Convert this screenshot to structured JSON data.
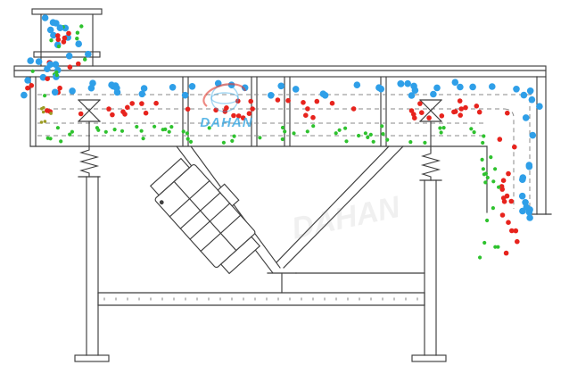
{
  "title": "linear-vibrating-screen-diagram",
  "watermark": {
    "brand": "DAHAN",
    "faint": "DAHAN"
  },
  "colors": {
    "line": "#3f3f3f",
    "dash": "#8a8a8a",
    "blue": "#2f9fe8",
    "red": "#e7231d",
    "green": "#2ec22e",
    "olive": "#9b9b23",
    "brandBlue": "#36a7e2",
    "brandRed": "#e23a2e"
  },
  "particles": {
    "seed": 7,
    "regions": [
      {
        "name": "feed-blue",
        "color": "#2f9fe8",
        "r": 3.8,
        "count": 12,
        "x": [
          50,
          100
        ],
        "y": [
          16,
          80
        ]
      },
      {
        "name": "feed-red",
        "color": "#e7231d",
        "r": 2.8,
        "count": 9,
        "x": [
          52,
          100
        ],
        "y": [
          20,
          82
        ]
      },
      {
        "name": "feed-green",
        "color": "#2ec22e",
        "r": 2.2,
        "count": 8,
        "x": [
          56,
          98
        ],
        "y": [
          24,
          84
        ]
      },
      {
        "name": "spill-blue",
        "color": "#2f9fe8",
        "r": 3.8,
        "count": 10,
        "x": [
          26,
          72
        ],
        "y": [
          30,
          112
        ]
      },
      {
        "name": "spill-red",
        "color": "#e7231d",
        "r": 2.8,
        "count": 5,
        "x": [
          30,
          70
        ],
        "y": [
          40,
          110
        ]
      },
      {
        "name": "spill-green",
        "color": "#2ec22e",
        "r": 2.1,
        "count": 4,
        "x": [
          34,
          68
        ],
        "y": [
          60,
          112
        ]
      },
      {
        "name": "deck-top-blue",
        "color": "#2f9fe8",
        "r": 3.8,
        "count": 40,
        "x": [
          44,
          598
        ],
        "y": [
          92,
          108
        ]
      },
      {
        "name": "deck-mid-red",
        "color": "#e7231d",
        "r": 2.8,
        "count": 48,
        "x": [
          44,
          584
        ],
        "y": [
          112,
          134
        ]
      },
      {
        "name": "deck-low-green",
        "color": "#2ec22e",
        "r": 2.1,
        "count": 55,
        "x": [
          42,
          544
        ],
        "y": [
          141,
          160
        ]
      },
      {
        "name": "left-olive",
        "color": "#9b9b23",
        "r": 1.8,
        "count": 6,
        "x": [
          40,
          58
        ],
        "y": [
          118,
          142
        ]
      },
      {
        "name": "out-blue",
        "color": "#2f9fe8",
        "r": 3.8,
        "count": 15,
        "x": [
          585,
          606
        ],
        "y": [
          105,
          248
        ]
      },
      {
        "name": "out-red",
        "color": "#e7231d",
        "r": 2.8,
        "count": 16,
        "x": [
          560,
          582
        ],
        "y": [
          150,
          292
        ]
      },
      {
        "name": "out-green",
        "color": "#2ec22e",
        "r": 2.1,
        "count": 16,
        "x": [
          538,
          560
        ],
        "y": [
          175,
          298
        ]
      }
    ]
  }
}
